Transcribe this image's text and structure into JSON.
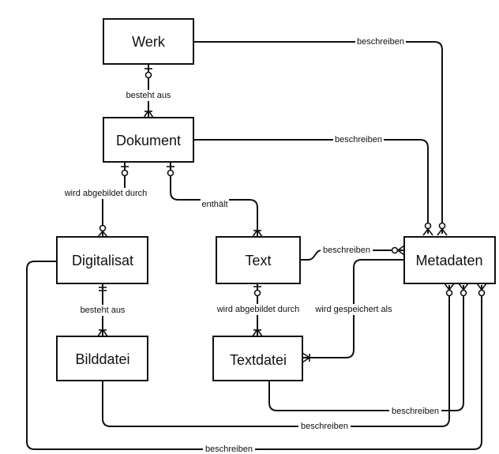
{
  "diagram": {
    "type": "entity-relationship",
    "entities": [
      {
        "id": "werk",
        "label": "Werk"
      },
      {
        "id": "dokument",
        "label": "Dokument"
      },
      {
        "id": "digitalisat",
        "label": "Digitalisat"
      },
      {
        "id": "text",
        "label": "Text"
      },
      {
        "id": "metadaten",
        "label": "Metadaten"
      },
      {
        "id": "bilddatei",
        "label": "Bilddatei"
      },
      {
        "id": "textdatei",
        "label": "Textdatei"
      }
    ],
    "relations": [
      {
        "id": "werk-dokument",
        "from": "werk",
        "to": "dokument",
        "label": "besteht aus",
        "from_card": "zero-or-one",
        "to_card": "one-or-many"
      },
      {
        "id": "werk-metadaten",
        "from": "werk",
        "to": "metadaten",
        "label": "beschreiben",
        "from_card": "none",
        "to_card": "zero-or-many"
      },
      {
        "id": "dokument-metadaten",
        "from": "dokument",
        "to": "metadaten",
        "label": "beschreiben",
        "from_card": "none",
        "to_card": "zero-or-many"
      },
      {
        "id": "dokument-digitalisat",
        "from": "dokument",
        "to": "digitalisat",
        "label": "wird abgebildet durch",
        "from_card": "zero-or-one",
        "to_card": "zero-or-many"
      },
      {
        "id": "dokument-text",
        "from": "dokument",
        "to": "text",
        "label": "enthält",
        "from_card": "zero-or-one",
        "to_card": "one-or-many"
      },
      {
        "id": "text-metadaten",
        "from": "text",
        "to": "metadaten",
        "label": "beschreiben",
        "from_card": "none",
        "to_card": "zero-or-many"
      },
      {
        "id": "digitalisat-bilddatei",
        "from": "digitalisat",
        "to": "bilddatei",
        "label": "besteht aus",
        "from_card": "exactly-one",
        "to_card": "one-or-many"
      },
      {
        "id": "text-textdatei",
        "from": "text",
        "to": "textdatei",
        "label": "wird abgebildet durch",
        "from_card": "zero-or-one",
        "to_card": "one-or-many"
      },
      {
        "id": "metadaten-textdatei",
        "from": "metadaten",
        "to": "textdatei",
        "label": "wird gespeichert als",
        "from_card": "none",
        "to_card": "one-or-many"
      },
      {
        "id": "textdatei-metadaten",
        "from": "textdatei",
        "to": "metadaten",
        "label": "beschreiben",
        "from_card": "none",
        "to_card": "zero-or-many"
      },
      {
        "id": "bilddatei-metadaten",
        "from": "bilddatei",
        "to": "metadaten",
        "label": "beschreiben",
        "from_card": "none",
        "to_card": "zero-or-many"
      },
      {
        "id": "digitalisat-metadaten",
        "from": "digitalisat",
        "to": "metadaten",
        "label": "beschreiben",
        "from_card": "none",
        "to_card": "zero-or-many"
      }
    ]
  }
}
